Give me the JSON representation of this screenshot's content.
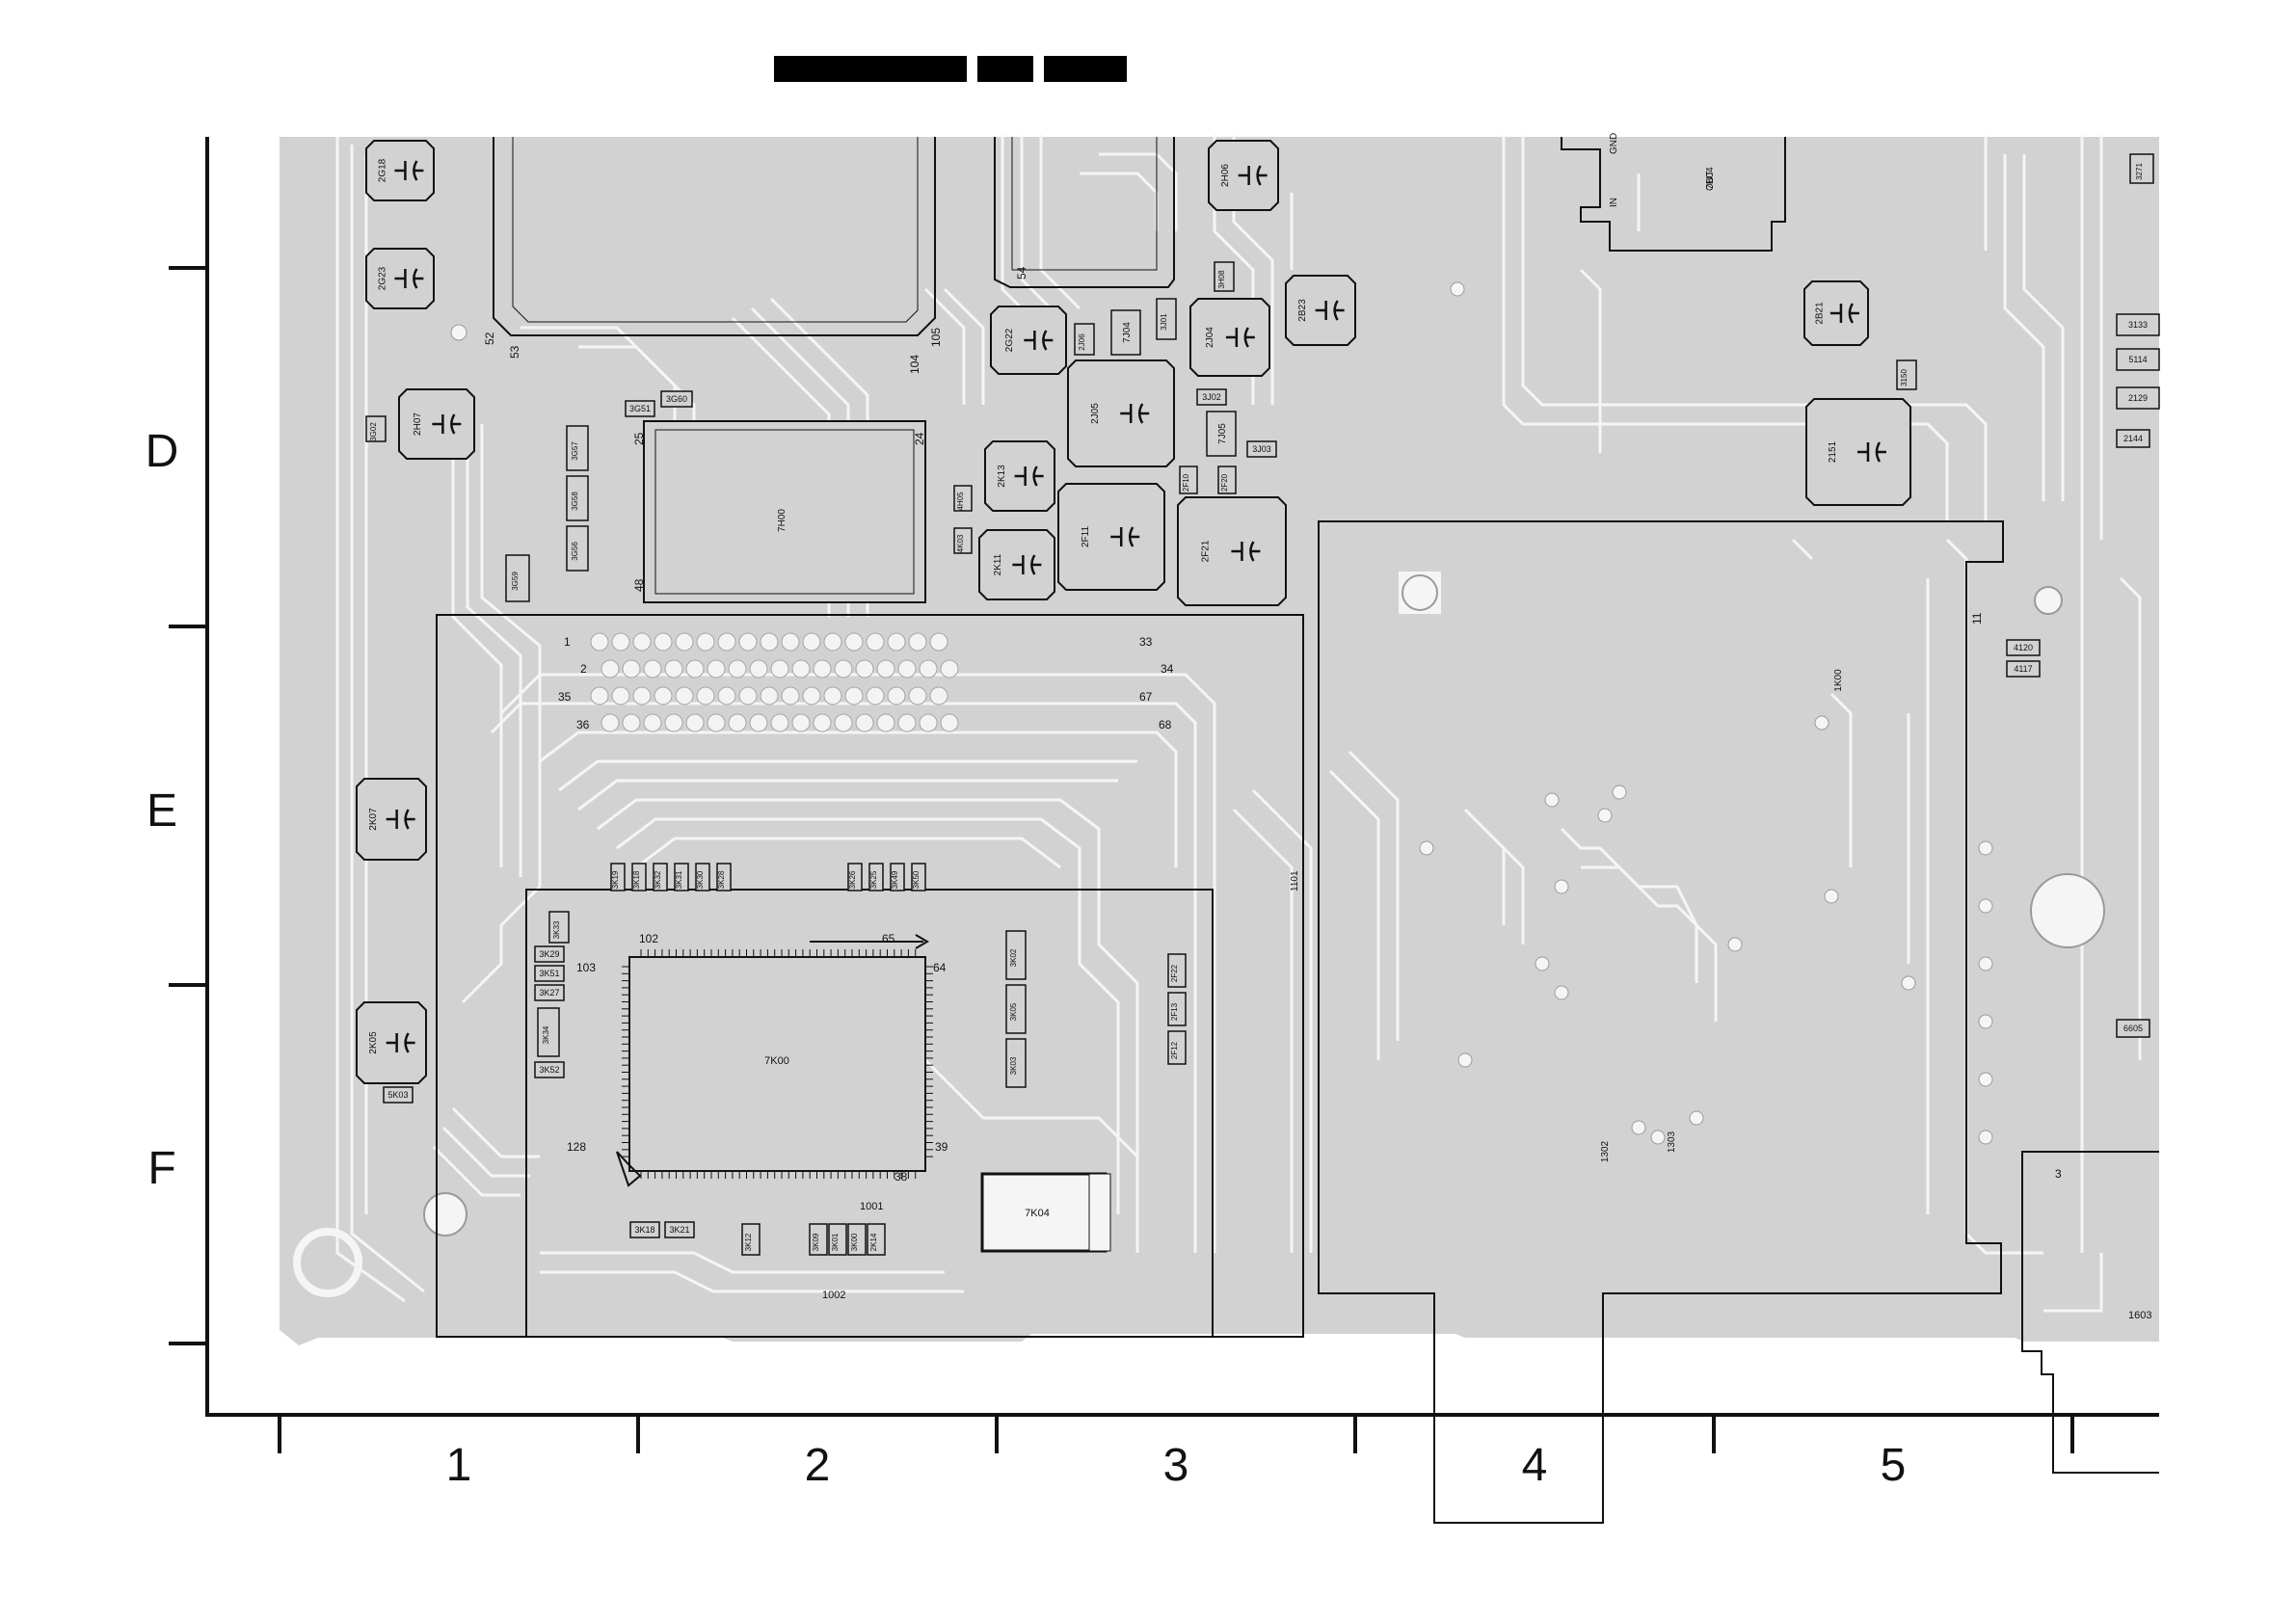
{
  "grid": {
    "rows": [
      "D",
      "E",
      "F"
    ],
    "columns": [
      "1",
      "2",
      "3",
      "4",
      "5"
    ]
  },
  "chips": {
    "u7h00": "7H00",
    "u7k00": "7K00",
    "u7k04": "7K04",
    "u1k00": "1K00",
    "u7b04": "7B04",
    "u7j04": "7J04",
    "u7j05": "7J05"
  },
  "capacitors": [
    "2G18",
    "2G23",
    "2H07",
    "2G22",
    "2J04",
    "2B23",
    "2H06",
    "2J05",
    "2K13",
    "2F11",
    "2F21",
    "2K11",
    "2K07",
    "2K05",
    "2B21",
    "2151"
  ],
  "resistors": [
    "3G51",
    "3G60",
    "3G57",
    "3G58",
    "3G56",
    "3G59",
    "3J01",
    "3J02",
    "3J03",
    "3H08",
    "3K02",
    "3K05",
    "3K03",
    "3K33",
    "3K29",
    "3K51",
    "3K27",
    "3K34",
    "3K52",
    "3K19",
    "3K18",
    "3K32",
    "3K31",
    "3K30",
    "3K28",
    "3K26",
    "3K25",
    "3K49",
    "3K50",
    "3K18",
    "3K21",
    "3K12",
    "3K09",
    "3K01",
    "3K00",
    "2K14",
    "2F22",
    "2F13",
    "2F12",
    "2F10",
    "2F20",
    "4H05",
    "4K03",
    "4120",
    "4117",
    "3133",
    "5114",
    "2129",
    "2144",
    "3150",
    "3271",
    "6605",
    "5K03",
    "3G02",
    "2J06"
  ],
  "connector_text": {
    "gnd": "GND",
    "in": "IN",
    "out": "OUT"
  },
  "refs": [
    "1001",
    "1002",
    "1101",
    "1302",
    "1303",
    "1603"
  ],
  "pins": [
    "1",
    "2",
    "33",
    "34",
    "35",
    "36",
    "67",
    "68",
    "102",
    "103",
    "65",
    "64",
    "128",
    "39",
    "38",
    "52",
    "53",
    "54",
    "104",
    "105",
    "25",
    "24",
    "48",
    "11",
    "3"
  ],
  "colors": {
    "board": "#d2d2d2",
    "trace": "#f4f4f4",
    "outline": "#111111",
    "header_bar": "#000000"
  },
  "icons": [
    "capacitor-symbol-icon",
    "pin1-arrow-icon",
    "mounting-hole-icon"
  ]
}
